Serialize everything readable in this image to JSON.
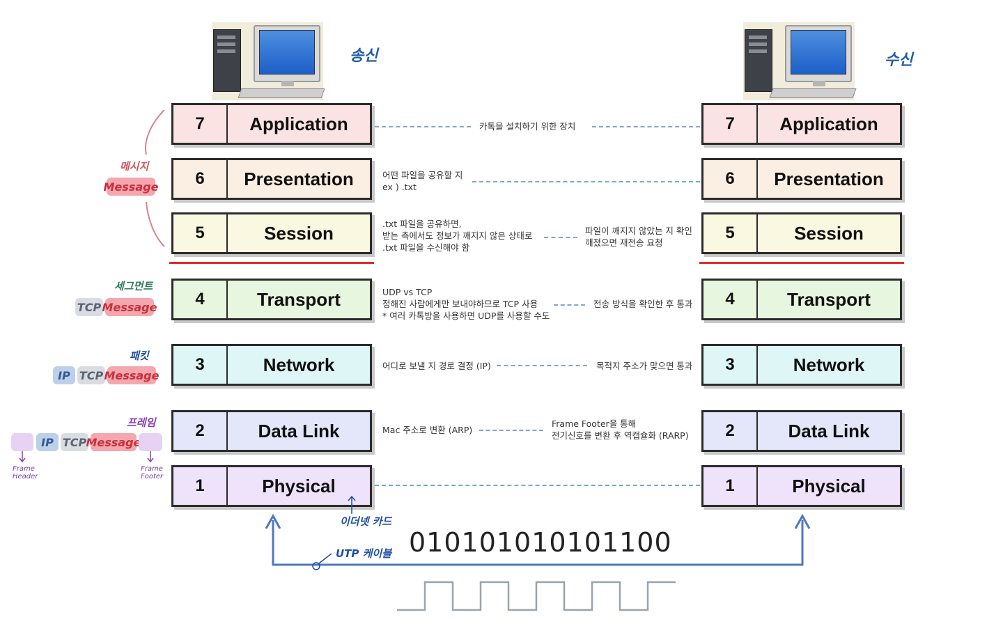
{
  "sender_label": "송신",
  "receiver_label": "수신",
  "layers": [
    {
      "num": "7",
      "name": "Application",
      "color": "#fbe3e3"
    },
    {
      "num": "6",
      "name": "Presentation",
      "color": "#fbeee2"
    },
    {
      "num": "5",
      "name": "Session",
      "color": "#fbf8e2"
    },
    {
      "num": "4",
      "name": "Transport",
      "color": "#e6f6df"
    },
    {
      "num": "3",
      "name": "Network",
      "color": "#def6f6"
    },
    {
      "num": "2",
      "name": "Data Link",
      "color": "#e4e6fa"
    },
    {
      "num": "1",
      "name": "Physical",
      "color": "#efe2fb"
    }
  ],
  "notes": {
    "application": "카톡을 설치하기 위한 장치",
    "presentation": [
      "어떤 파일을 공유할 지",
      "ex ) .txt"
    ],
    "session_left": [
      ".txt 파일을 공유하면,",
      "받는 측에서도 정보가 깨지지 않은 상태로",
      ".txt 파일을 수신해야 함"
    ],
    "session_right": [
      "파일이 깨지지 않았는 지 확인",
      "깨졌으면 재전송 요청"
    ],
    "transport_left": [
      "UDP vs TCP",
      "정해진 사람에게만 보내야하므로 TCP 사용",
      "* 여러 카톡방을 사용하면 UDP를 사용할 수도"
    ],
    "transport_right": "전송 방식을 확인한 후 통과",
    "network_left": "어디로 보낼 지 경로 결정 (IP)",
    "network_right": "목적지 주소가 맞으면 통과",
    "datalink_left": "Mac 주소로 변환 (ARP)",
    "datalink_right": [
      "Frame Footer을 통해",
      "전기신호를 변환 후 역캡슐화 (RARP)"
    ]
  },
  "left_annotations": {
    "message_kr": "메시지",
    "message": "Message",
    "segment_kr": "세그먼트",
    "tcp": "TCP",
    "packet_kr": "패킷",
    "ip": "IP",
    "frame_kr": "프레임",
    "frame_header": [
      "Frame",
      "Header"
    ],
    "frame_footer": [
      "Frame",
      "Footer"
    ]
  },
  "ethernet_card": "이더넷 카드",
  "utp_cable": "UTP 케이블",
  "binary": "010101010101100",
  "colors": {
    "message": "#f4a7ad",
    "tcp": "#d9dde3",
    "ip": "#bcd0ea",
    "frame": "#e6d2f2",
    "red_line": "#e02b2b",
    "arrow_blue": "#4d78c2",
    "dashed_blue": "#7fa6d6",
    "hand_blue": "#1f5fa8"
  }
}
